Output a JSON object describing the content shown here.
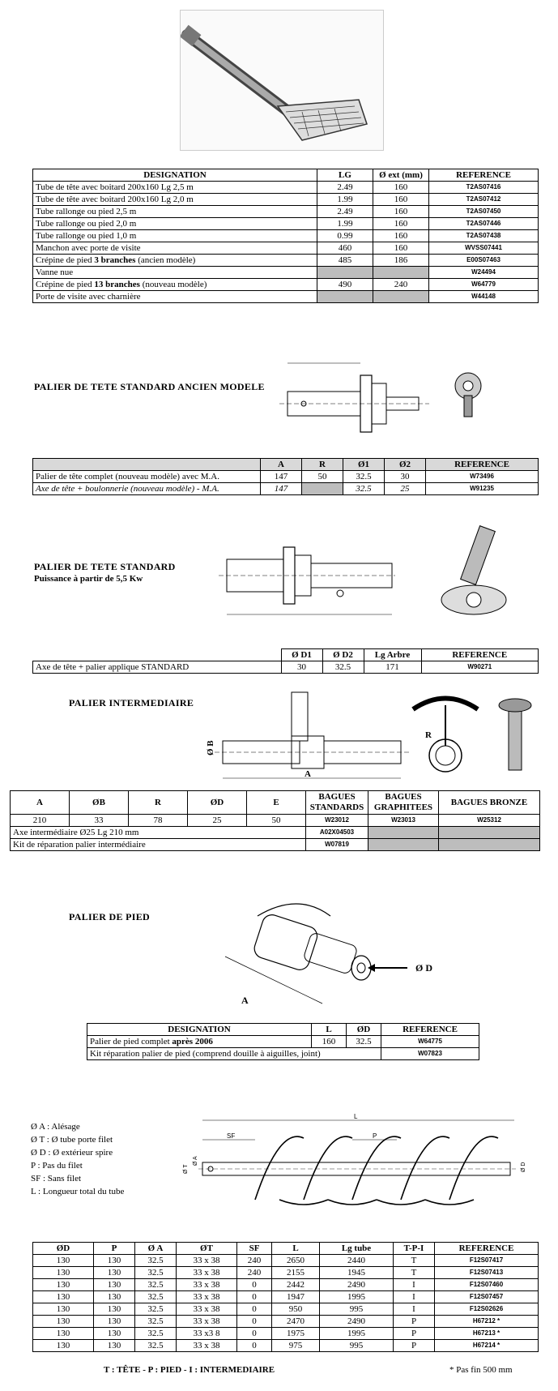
{
  "main_table": {
    "headers": [
      "DESIGNATION",
      "LG",
      "Ø ext (mm)",
      "REFERENCE"
    ],
    "rows": [
      {
        "designation": "Tube de tête avec boitard 200x160 Lg 2,5 m",
        "lg": "2.49",
        "ext": "160",
        "ref": "T2AS07416"
      },
      {
        "designation": "Tube de tête avec boitard 200x160 Lg 2,0 m",
        "lg": "1.99",
        "ext": "160",
        "ref": "T2AS07412"
      },
      {
        "designation": "Tube rallonge ou pied 2,5 m",
        "lg": "2.49",
        "ext": "160",
        "ref": "T2AS07450"
      },
      {
        "designation": "Tube rallonge ou pied 2,0 m",
        "lg": "1.99",
        "ext": "160",
        "ref": "T2AS07446"
      },
      {
        "designation": "Tube rallonge ou pied 1,0 m",
        "lg": "0.99",
        "ext": "160",
        "ref": "T2AS07438"
      },
      {
        "designation": "Manchon avec porte de visite",
        "lg": "460",
        "ext": "160",
        "ref": "WVSS07441"
      },
      {
        "designation_a": "Crépine de pied ",
        "designation_b": "3 branches",
        "designation_c": " (ancien modèle)",
        "lg": "485",
        "ext": "186",
        "ref": "E00S07463"
      },
      {
        "designation": "Vanne nue",
        "lg": "",
        "ext": "",
        "ref": "W24494"
      },
      {
        "designation_a": "Crépine de pied ",
        "designation_b": "13 branches",
        "designation_c": " (nouveau modèle)",
        "lg": "490",
        "ext": "240",
        "ref": "W64779"
      },
      {
        "designation": "Porte de visite avec charnière",
        "lg": "",
        "ext": "",
        "ref": "W44148"
      }
    ]
  },
  "palier_tete_ancien": {
    "title": "PALIER DE TETE STANDARD ANCIEN MODELE",
    "headers": [
      "A",
      "R",
      "Ø1",
      "Ø2",
      "REFERENCE"
    ],
    "rows": [
      {
        "designation": "Palier de tête complet (nouveau modèle) avec M.A.",
        "a": "147",
        "r": "50",
        "d1": "32.5",
        "d2": "30",
        "ref": "W73496"
      },
      {
        "designation": "Axe de tête + boulonnerie (nouveau modèle) - M.A.",
        "a": "147",
        "r": "",
        "d1": "32.5",
        "d2": "25",
        "ref": "W91235"
      }
    ]
  },
  "palier_tete_standard": {
    "title": "PALIER DE TETE STANDARD",
    "subtitle": "Puissance à partir de 5,5 Kw",
    "headers": [
      "Ø D1",
      "Ø D2",
      "Lg Arbre",
      "REFERENCE"
    ],
    "row": {
      "designation": "Axe de tête + palier applique STANDARD",
      "d1": "30",
      "d2": "32.5",
      "lg": "171",
      "ref": "W90271"
    }
  },
  "palier_intermediaire": {
    "title": "PALIER INTERMEDIAIRE",
    "headers": [
      "A",
      "ØB",
      "R",
      "ØD",
      "E"
    ],
    "bagues_headers": [
      "BAGUES STANDARDS",
      "BAGUES GRAPHITEES",
      "BAGUES BRONZE"
    ],
    "values": [
      "210",
      "33",
      "78",
      "25",
      "50"
    ],
    "bagues_refs": [
      "W23012",
      "W23013",
      "W25312"
    ],
    "rows": [
      {
        "designation": "Axe intermédiaire Ø25 Lg 210 mm",
        "ref": "A02X04503"
      },
      {
        "designation": "Kit de réparation palier intermédiaire",
        "ref": "W07819"
      }
    ],
    "diagram_labels": {
      "a": "A",
      "b": "Ø B",
      "r": "R"
    }
  },
  "palier_pied": {
    "title": "PALIER DE PIED",
    "diagram_labels": {
      "a": "A",
      "d": "Ø D"
    },
    "headers": [
      "DESIGNATION",
      "L",
      "ØD",
      "REFERENCE"
    ],
    "rows": [
      {
        "designation_a": "Palier de pied complet ",
        "designation_b": "après 2006",
        "l": "160",
        "d": "32.5",
        "ref": "W64775"
      },
      {
        "designation": "Kit réparation palier de pied (comprend douille à aiguilles, joint)",
        "ref": "W07823"
      }
    ]
  },
  "spire": {
    "legend": [
      "Ø A : Alésage",
      "Ø T : Ø tube porte filet",
      "Ø D : Ø extérieur spire",
      "P : Pas du filet",
      "SF : Sans filet",
      "L : Longueur total du tube"
    ],
    "diagram_labels": {
      "l": "L",
      "sf": "SF",
      "p": "P",
      "a": "Ø A",
      "t": "Ø T",
      "d": "Ø D"
    },
    "headers": [
      "ØD",
      "P",
      "Ø A",
      "ØT",
      "SF",
      "L",
      "Lg tube",
      "T-P-I",
      "REFERENCE"
    ],
    "rows": [
      [
        "130",
        "130",
        "32.5",
        "33 x 38",
        "240",
        "2650",
        "2440",
        "T",
        "F12S07417"
      ],
      [
        "130",
        "130",
        "32.5",
        "33 x 38",
        "240",
        "2155",
        "1945",
        "T",
        "F12S07413"
      ],
      [
        "130",
        "130",
        "32.5",
        "33 x 38",
        "0",
        "2442",
        "2490",
        "I",
        "F12S07460"
      ],
      [
        "130",
        "130",
        "32.5",
        "33 x 38",
        "0",
        "1947",
        "1995",
        "I",
        "F12S07457"
      ],
      [
        "130",
        "130",
        "32.5",
        "33 x 38",
        "0",
        "950",
        "995",
        "I",
        "F12S02626"
      ],
      [
        "130",
        "130",
        "32.5",
        "33 x 38",
        "0",
        "2470",
        "2490",
        "P",
        "H67212 *"
      ],
      [
        "130",
        "130",
        "32.5",
        "33 x3 8",
        "0",
        "1975",
        "1995",
        "P",
        "H67213 *"
      ],
      [
        "130",
        "130",
        "32.5",
        "33 x 38",
        "0",
        "975",
        "995",
        "P",
        "H67214 *"
      ]
    ],
    "footer_left": "T : TÊTE - P : PIED - I : INTERMEDIAIRE",
    "footer_right": "* Pas fin 500 mm"
  }
}
